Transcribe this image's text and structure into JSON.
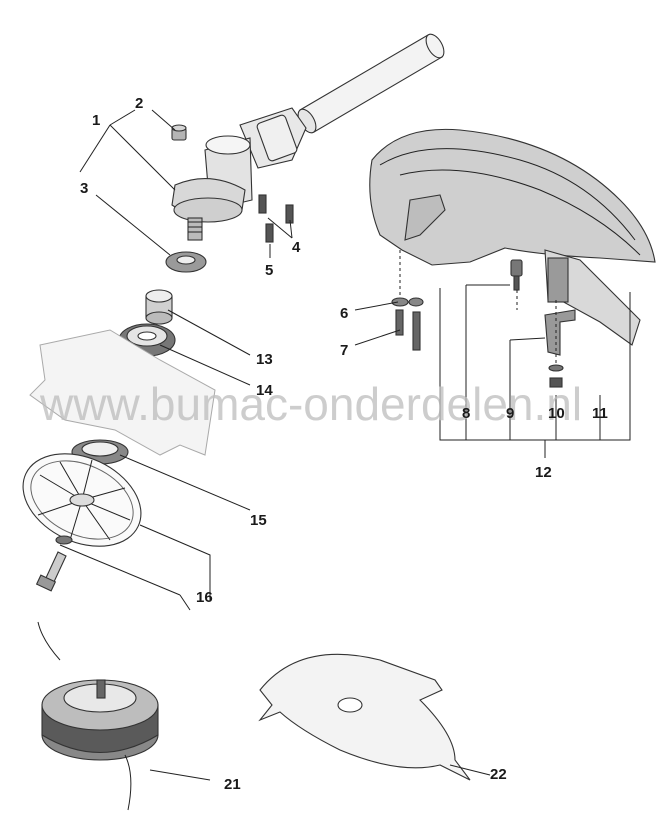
{
  "watermark": "www.bumac-onderdelen.nl",
  "callouts": {
    "c1": "1",
    "c2": "2",
    "c3": "3",
    "c4": "4",
    "c5": "5",
    "c6": "6",
    "c7": "7",
    "c8": "8",
    "c9": "9",
    "c10": "10",
    "c11": "11",
    "c12": "12",
    "c13": "13",
    "c14": "14",
    "c15": "15",
    "c16": "16",
    "c21": "21",
    "c22": "22"
  },
  "colors": {
    "shield_fill": "#cfcfcf",
    "part_fill": "#e3e3e3",
    "dark_fill": "#8a8a8a",
    "line": "#222222"
  }
}
